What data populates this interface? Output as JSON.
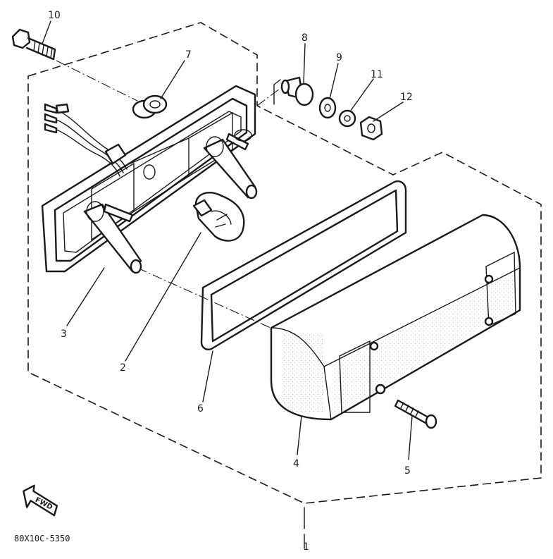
{
  "diagram": {
    "part_numbers": [
      "1",
      "2",
      "3",
      "4",
      "5",
      "6",
      "7",
      "8",
      "9",
      "10",
      "11",
      "12"
    ],
    "direction_label": "FWD",
    "reference_code": "80X10C-5350"
  }
}
